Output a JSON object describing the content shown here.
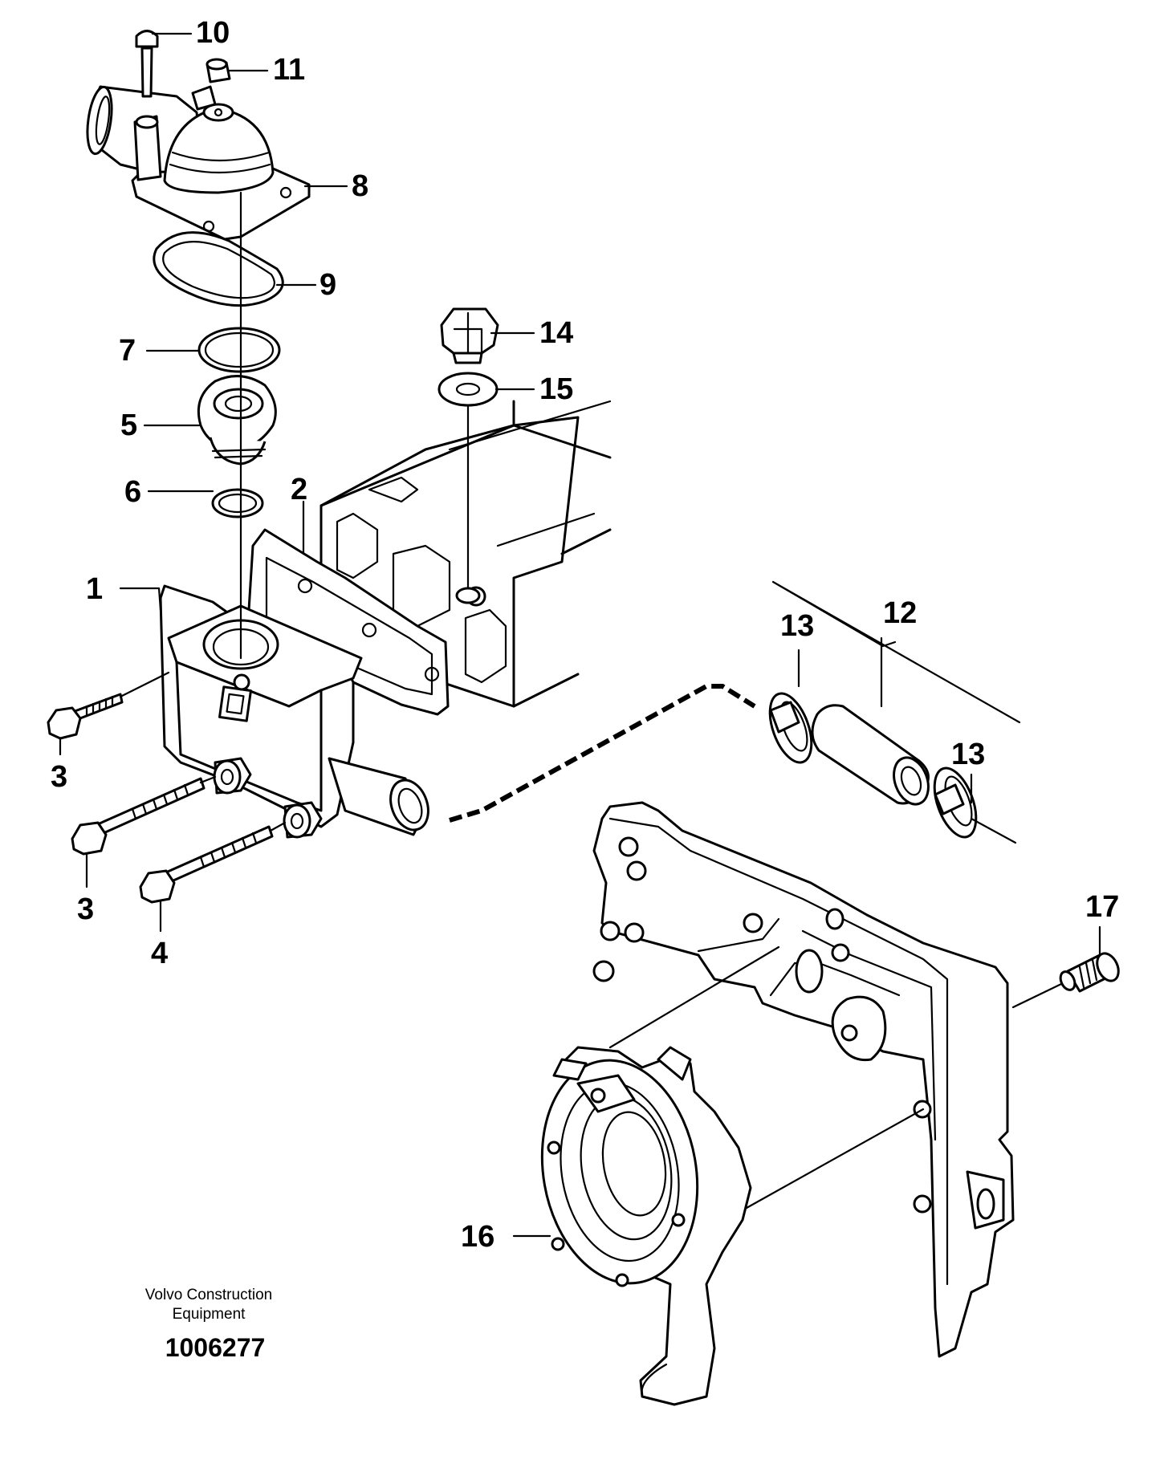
{
  "callouts": {
    "c1": "1",
    "c2": "2",
    "c3a": "3",
    "c3b": "3",
    "c4": "4",
    "c5": "5",
    "c6": "6",
    "c7": "7",
    "c8": "8",
    "c9": "9",
    "c10": "10",
    "c11": "11",
    "c12": "12",
    "c13a": "13",
    "c13b": "13",
    "c14": "14",
    "c15": "15",
    "c16": "16",
    "c17": "17"
  },
  "footer": {
    "brand_line1": "Volvo Construction",
    "brand_line2": "Equipment",
    "drawing_number": "1006277"
  }
}
